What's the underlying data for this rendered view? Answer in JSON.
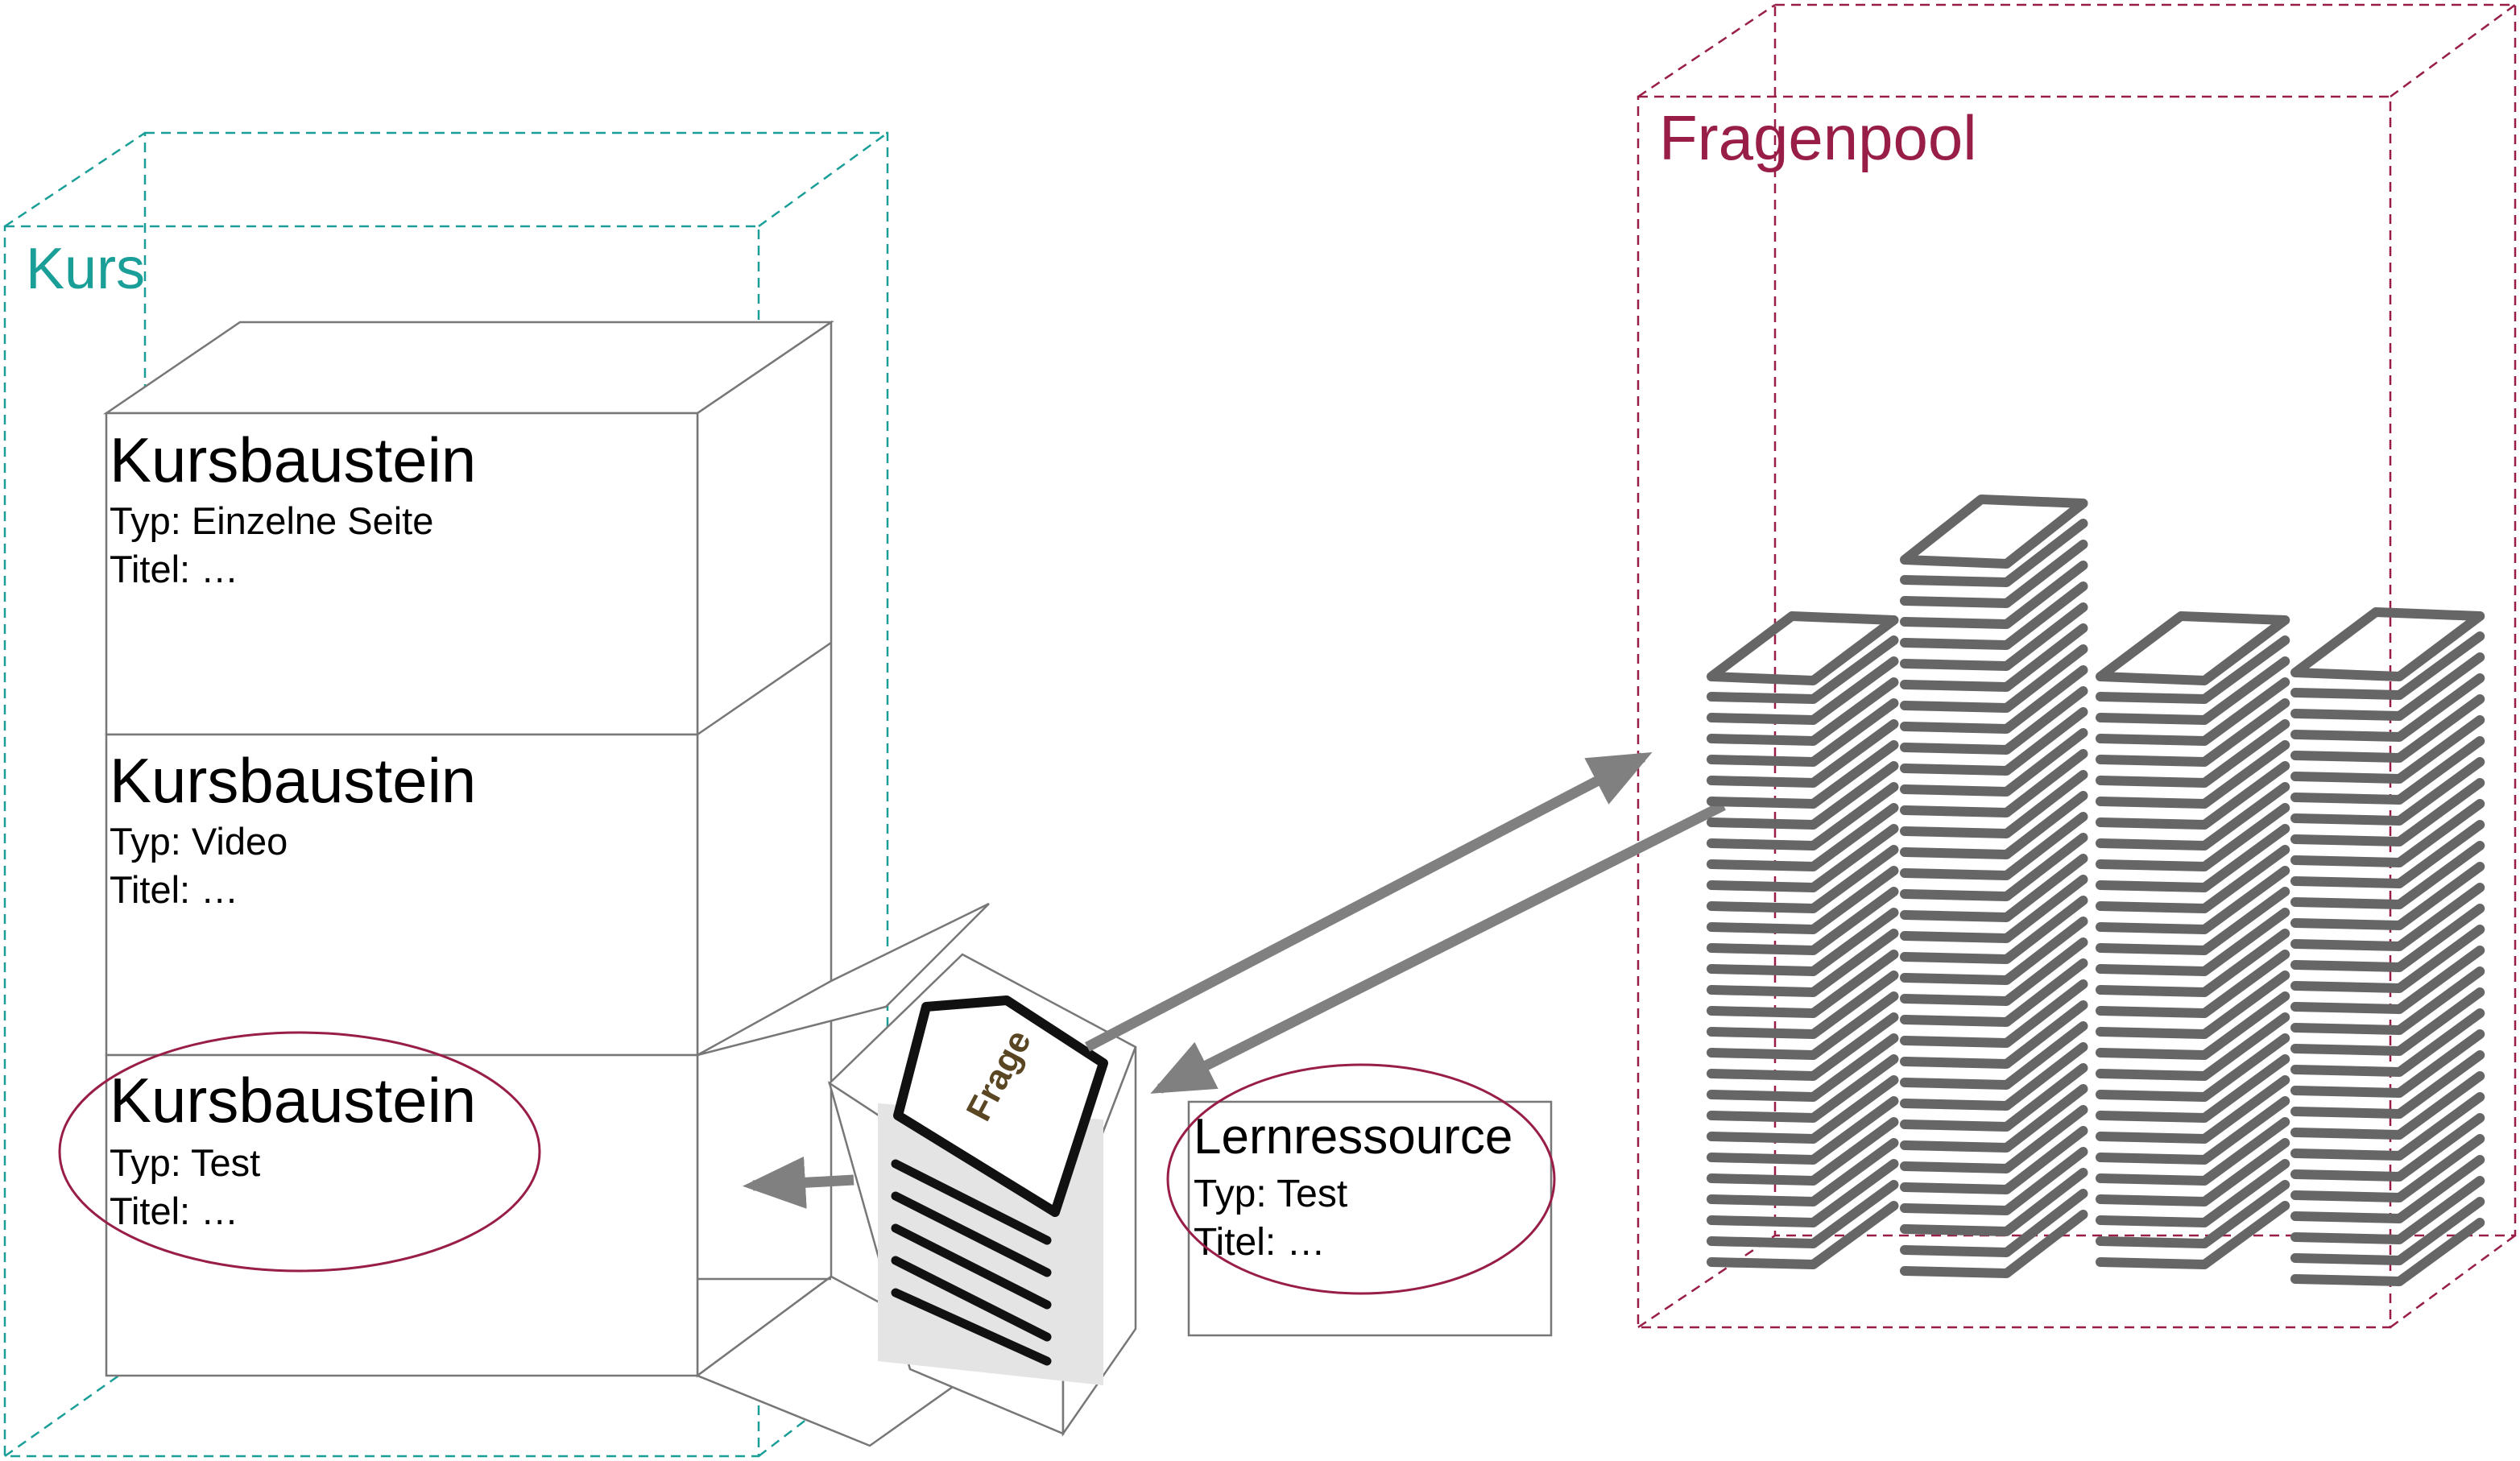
{
  "kurs": {
    "title": "Kurs",
    "color": "#1a9f98"
  },
  "fragenpool": {
    "title": "Fragenpool",
    "color": "#981e48",
    "stack_color": "#666666"
  },
  "bausteine": [
    {
      "title": "Kursbaustein",
      "typ": "Typ: Einzelne Seite",
      "titel": "Titel: …"
    },
    {
      "title": "Kursbaustein",
      "typ": "Typ: Video",
      "titel": "Titel: …"
    },
    {
      "title": "Kursbaustein",
      "typ": "Typ: Test",
      "titel": "Titel: …"
    }
  ],
  "lernressource": {
    "title": "Lernressource",
    "typ": "Typ: Test",
    "titel": "Titel: …"
  },
  "frage_card": {
    "label": "Frage"
  },
  "highlight_color": "#981e48",
  "arrow_color": "#808080"
}
